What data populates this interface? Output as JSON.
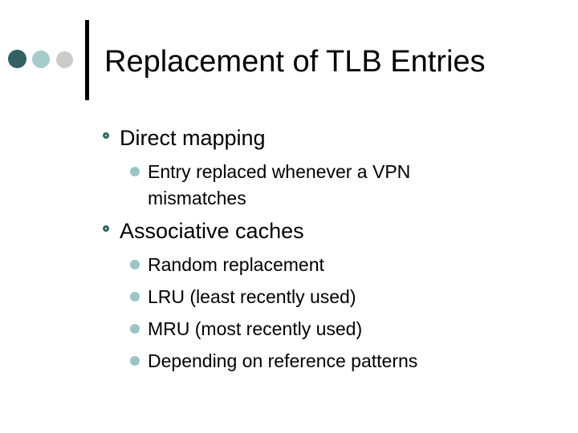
{
  "slide": {
    "title": "Replacement of TLB Entries",
    "bullets": [
      {
        "level": 1,
        "text": "Direct mapping"
      },
      {
        "level": 2,
        "text": "Entry replaced whenever a VPN mismatches"
      },
      {
        "level": 1,
        "text": "Associative caches"
      },
      {
        "level": 2,
        "text": "Random replacement"
      },
      {
        "level": 2,
        "text": "LRU (least recently used)"
      },
      {
        "level": 2,
        "text": "MRU (most recently used)"
      },
      {
        "level": 2,
        "text": "Depending on reference patterns"
      }
    ],
    "colors": {
      "accent_dark_teal": "#336060",
      "accent_light_teal": "#A5CCCA",
      "accent_gray": "#CBCCCA",
      "bullet_ring": "#336666",
      "bullet_dot": "#9AC5C3",
      "text": "#000000",
      "background": "#FFFFFF"
    }
  }
}
